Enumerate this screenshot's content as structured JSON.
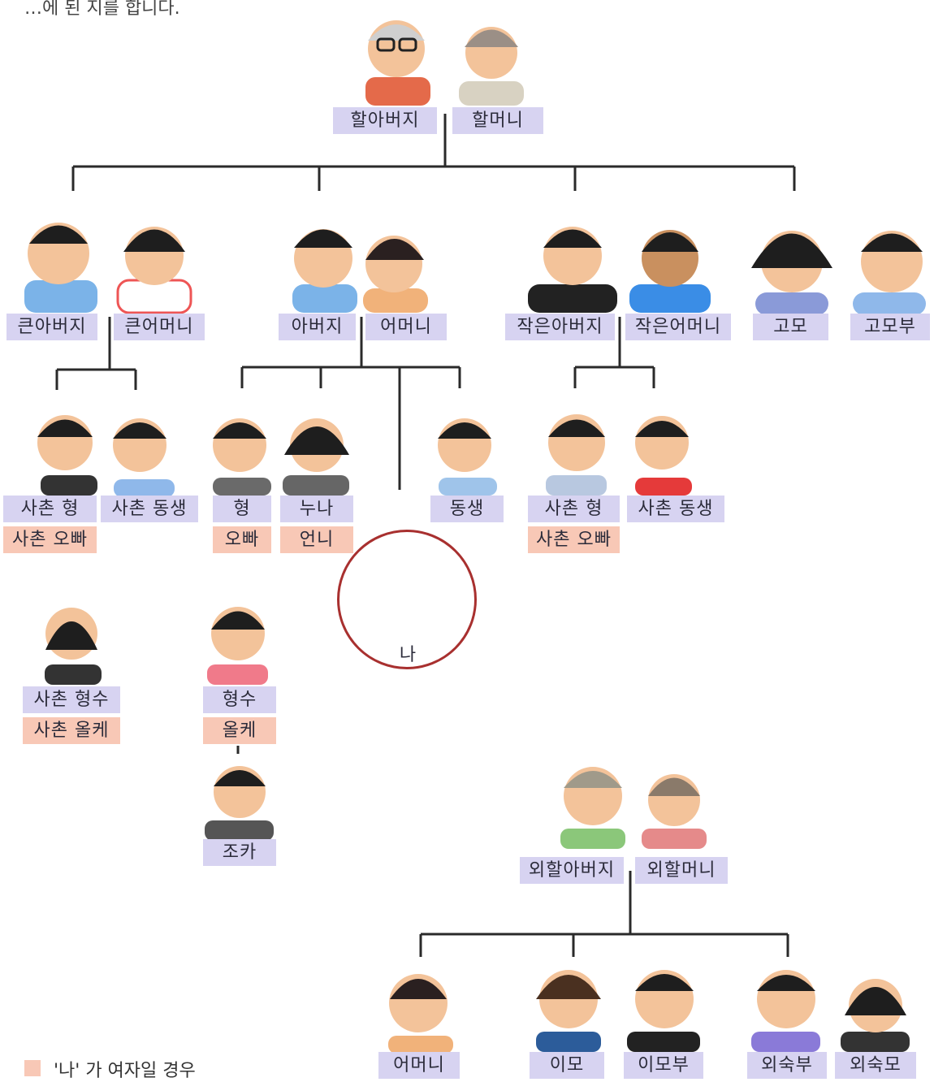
{
  "colors": {
    "label_default": "#d7d3f1",
    "label_if_me_female": "#f8c8b6",
    "line": "#2a2a2a",
    "me_circle": "#a8302f"
  },
  "top_clipped_text": "…에 된 지를 합니다.",
  "grandparents": {
    "grandfather": "할아버지",
    "grandmother": "할머니"
  },
  "uncle_eldest": {
    "uncle": "큰아버지",
    "aunt": "큰어머니"
  },
  "parents": {
    "father": "아버지",
    "mother": "어머니"
  },
  "uncle_younger": {
    "uncle": "작은아버지",
    "aunt": "작은어머니"
  },
  "paternal_aunt": {
    "aunt": "고모",
    "husband": "고모부"
  },
  "cousins_eldest": {
    "older_cousin": "사촌 형",
    "older_cousin_if_female": "사촌 오빠",
    "younger_cousin": "사촌 동생"
  },
  "siblings": {
    "older_brother": "형",
    "older_brother_if_female": "오빠",
    "older_sister": "누나",
    "older_sister_if_female": "언니",
    "younger_sibling": "동생"
  },
  "me": "나",
  "cousins_younger": {
    "older_cousin": "사촌 형",
    "older_cousin_if_female": "사촌 오빠",
    "younger_cousin": "사촌 동생"
  },
  "in_laws": {
    "cousin_wife": "사촌 형수",
    "cousin_wife_if_female": "사촌 올케",
    "brother_wife": "형수",
    "brother_wife_if_female": "올케",
    "nephew": "조카"
  },
  "maternal_grandparents": {
    "grandfather": "외할아버지",
    "grandmother": "외할머니"
  },
  "maternal_children": {
    "mother": "어머니",
    "aunt": "이모",
    "aunt_husband": "이모부",
    "uncle": "외숙부",
    "uncle_wife": "외숙모"
  },
  "legend": {
    "text": "'나' 가 여자일 경우",
    "icon": "square-swatch"
  }
}
